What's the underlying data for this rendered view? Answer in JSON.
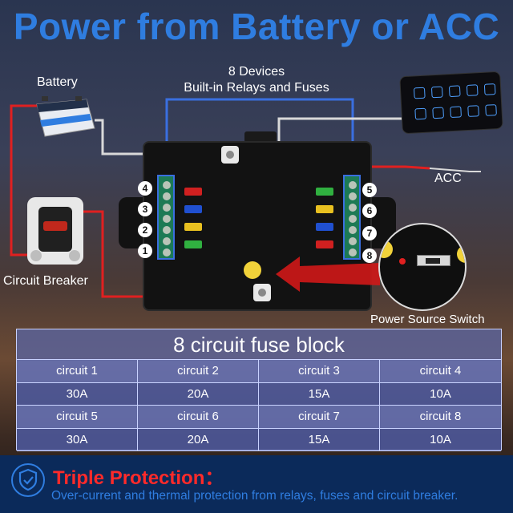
{
  "title": "Power from Battery or ACC",
  "labels": {
    "battery": "Battery",
    "devices_line1": "8 Devices",
    "devices_line2": "Built-in Relays and Fuses",
    "acc": "ACC",
    "circuit_breaker": "Circuit Breaker",
    "power_source_switch": "Power Source Switch"
  },
  "terminal_numbers": {
    "left": [
      "4",
      "3",
      "2",
      "1"
    ],
    "right": [
      "5",
      "6",
      "7",
      "8"
    ]
  },
  "colors": {
    "title": "#2f7de0",
    "wire_blue": "#3a6fe0",
    "wire_red": "#e02020",
    "wire_white": "#d9d9d9",
    "arrow_red": "#d01818",
    "footer_title": "#ff2a2a",
    "footer_bg": "#0b2a5a"
  },
  "table": {
    "title": "8 circuit fuse block",
    "rows": [
      [
        "circuit 1",
        "circuit 2",
        "circuit 3",
        "circuit 4"
      ],
      [
        "30A",
        "20A",
        "15A",
        "10A"
      ],
      [
        "circuit 5",
        "circuit 6",
        "circuit 7",
        "circuit 8"
      ],
      [
        "30A",
        "20A",
        "15A",
        "10A"
      ]
    ]
  },
  "footer": {
    "title": "Triple Protection：",
    "text": "Over-current and thermal protection from relays, fuses and circuit breaker.",
    "icon": "shield-check-icon"
  }
}
